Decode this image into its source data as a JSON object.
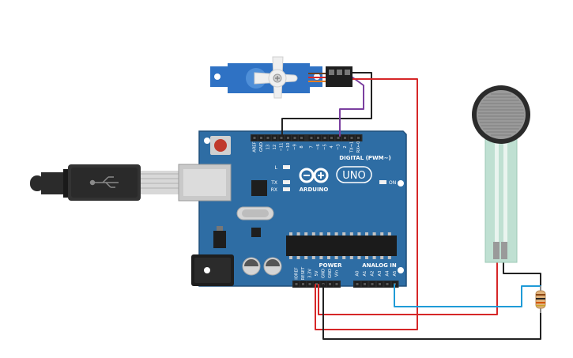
{
  "board": {
    "brand": "ARDUINO",
    "model": "UNO",
    "digital_label": "DIGITAL (PWM~)",
    "analog_label": "ANALOG IN",
    "power_label": "POWER",
    "led_l": "L",
    "led_tx": "TX",
    "led_rx": "RX",
    "led_on": "ON",
    "digital_pins": [
      "AREF",
      "GND",
      "13",
      "12",
      "~11",
      "~10",
      "~9",
      "8",
      "7",
      "~6",
      "~5",
      "4",
      "~3",
      "2",
      "TX→1",
      "RX←0"
    ],
    "power_pins": [
      "IOREF",
      "RESET",
      "3.3V",
      "5V",
      "GND",
      "GND",
      "Vin"
    ],
    "analog_pins": [
      "A0",
      "A1",
      "A2",
      "A3",
      "A4",
      "A5"
    ]
  },
  "colors": {
    "board": "#2e6da4",
    "board_edge": "#1f4f7a",
    "wire_red": "#d62728",
    "wire_black": "#222222",
    "wire_blue": "#1f9bd7",
    "wire_purple": "#7b3fa0",
    "servo": "#2f72c4",
    "usb": "#2b2b2b"
  },
  "components": {
    "servo": "servo-motor",
    "fsr": "force-sensitive-resistor",
    "resistor": "resistor",
    "usb": "usb-cable"
  }
}
